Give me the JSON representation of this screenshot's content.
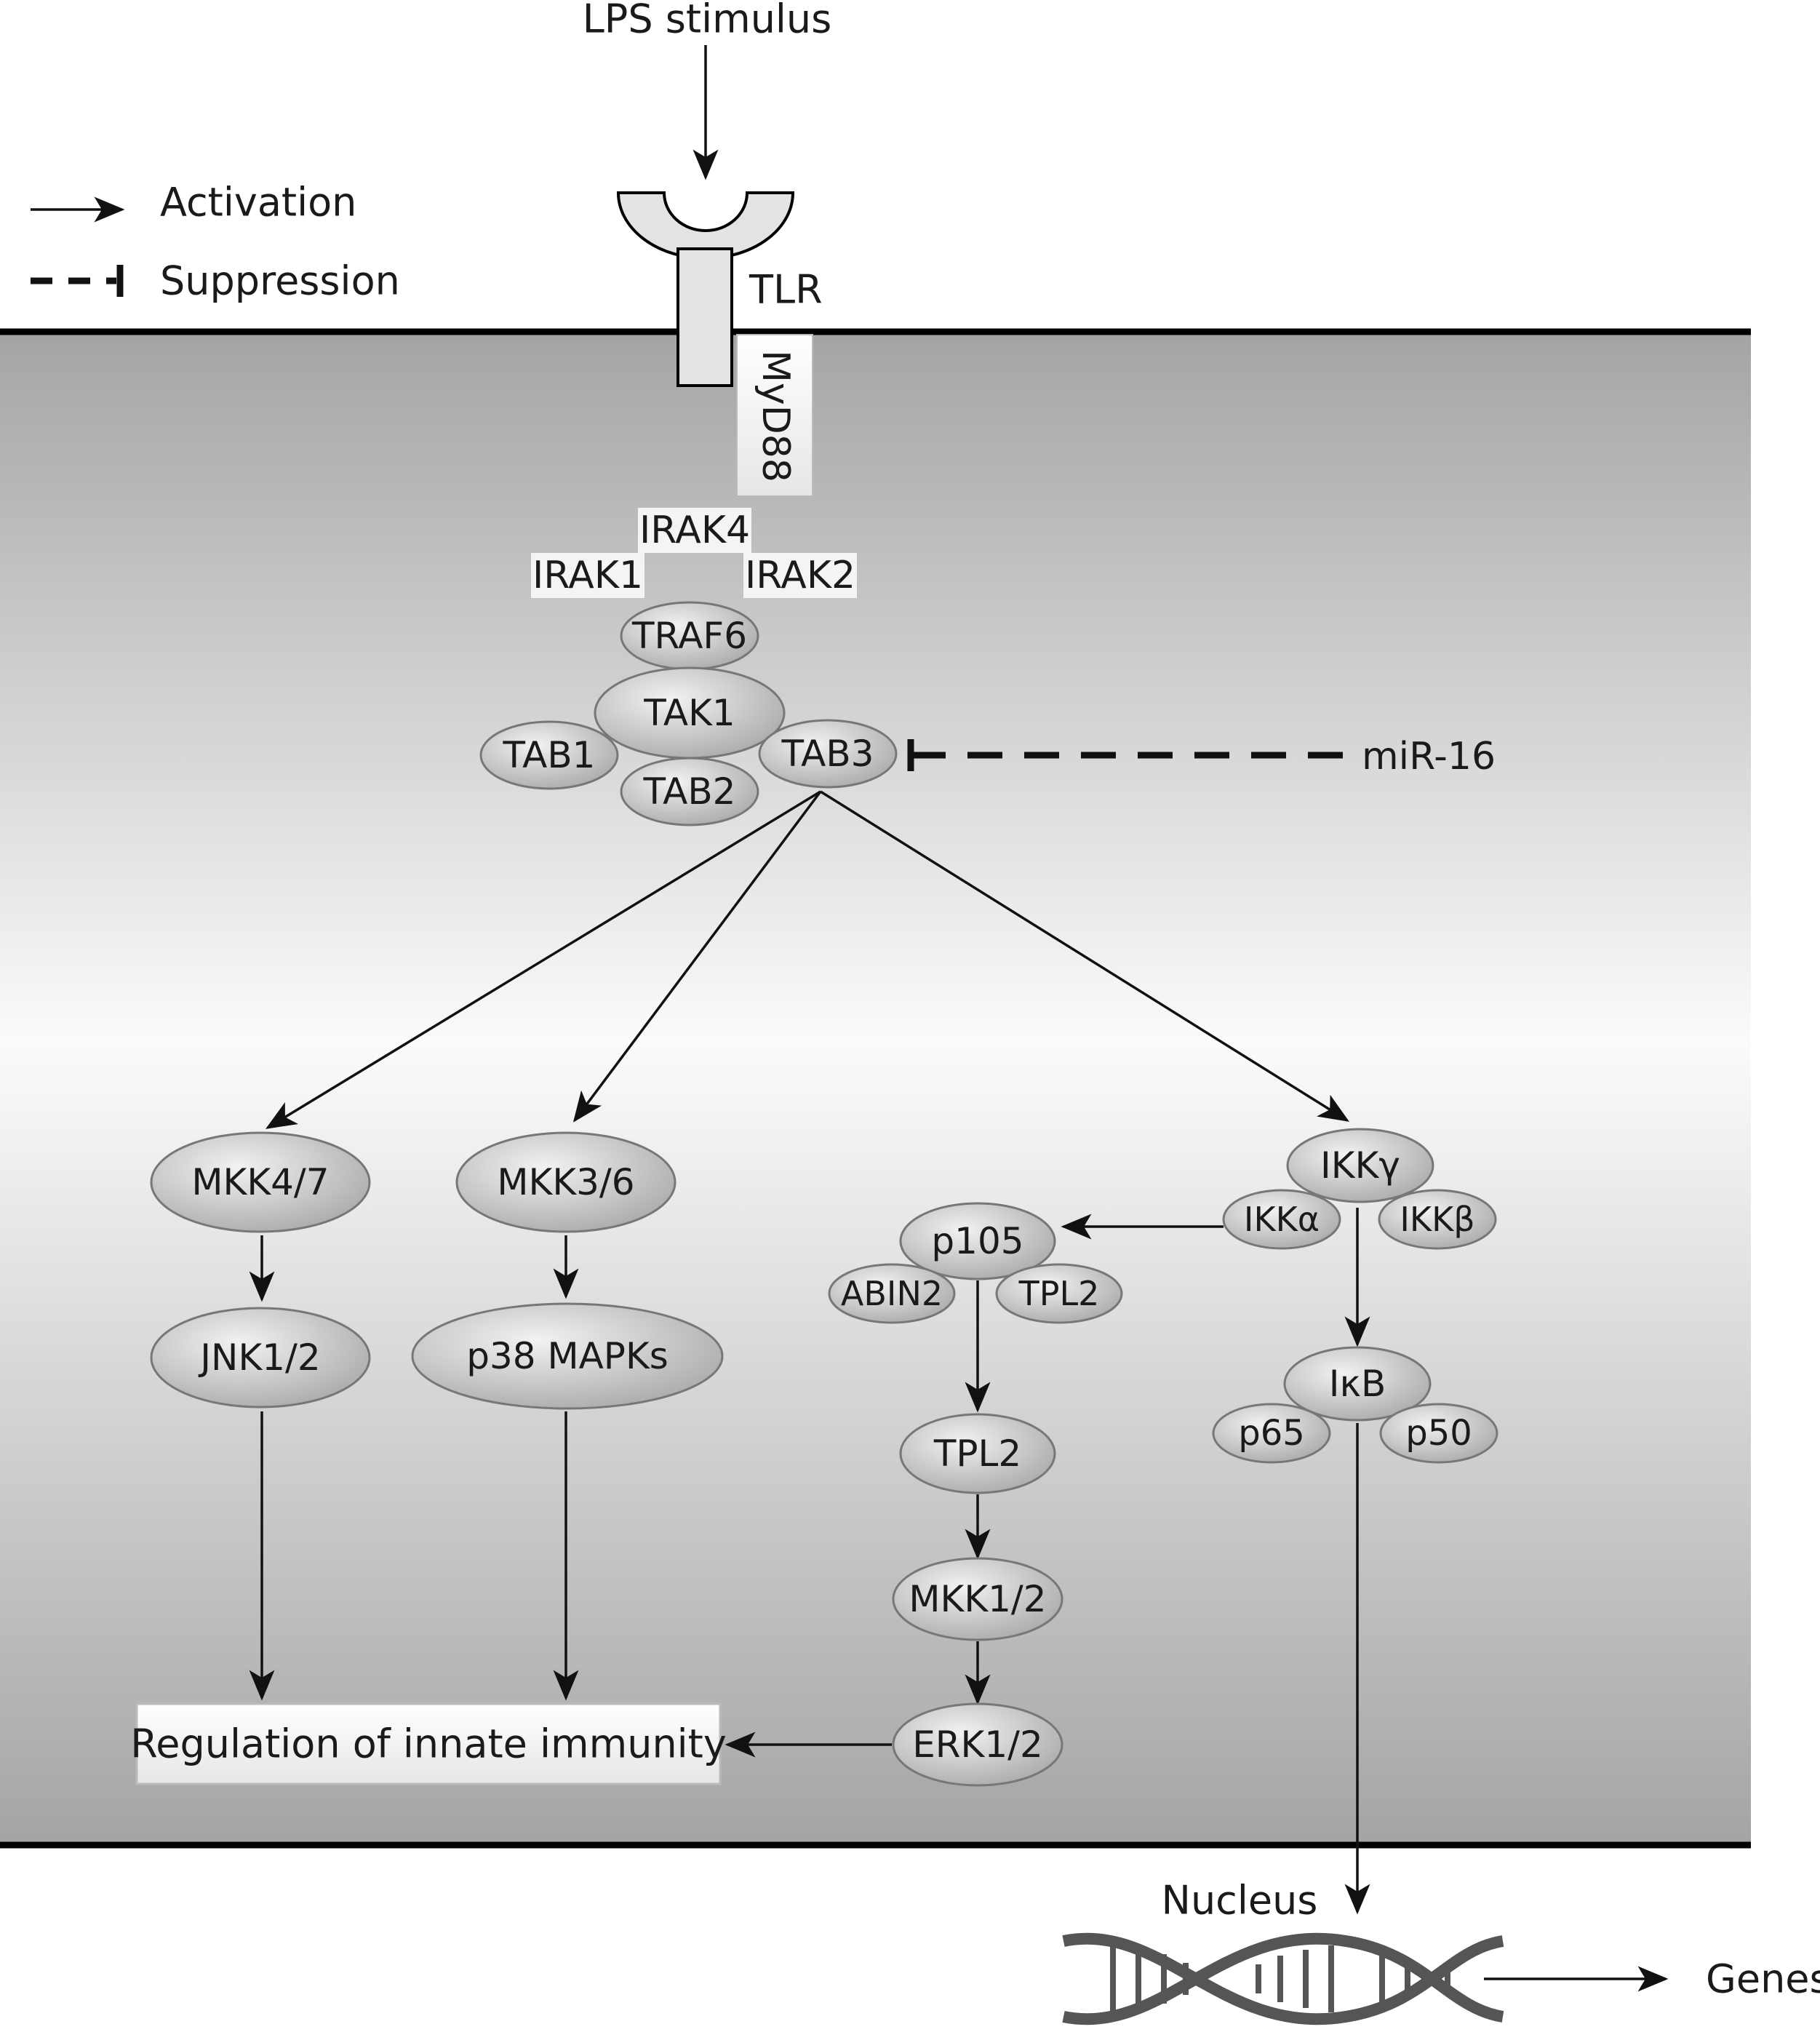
{
  "legend": {
    "activation": "Activation",
    "suppression": "Suppression"
  },
  "stimulus": "LPS stimulus",
  "receptor": "TLR",
  "adaptor": "MyD88",
  "irak": {
    "irak4": "IRAK4",
    "irak1": "IRAK1",
    "irak2": "IRAK2"
  },
  "complex": {
    "traf6": "TRAF6",
    "tak1": "TAK1",
    "tab1": "TAB1",
    "tab2": "TAB2",
    "tab3": "TAB3"
  },
  "mirna": "miR-16",
  "jnk_branch": {
    "mkk": "MKK4/7",
    "jnk": "JNK1/2"
  },
  "p38_branch": {
    "mkk": "MKK3/6",
    "p38": "p38 MAPKs"
  },
  "erk_branch": {
    "p105": "p105",
    "abin2": "ABIN2",
    "tpl2_complex": "TPL2",
    "tpl2": "TPL2",
    "mkk": "MKK1/2",
    "erk": "ERK1/2"
  },
  "nfkb_branch": {
    "ikkg": "IKKγ",
    "ikka": "IKKα",
    "ikkb": "IKKβ",
    "ikb": "IκB",
    "p65": "p65",
    "p50": "p50"
  },
  "outcome": "Regulation of innate immunity",
  "nucleus": "Nucleus",
  "genes": "Genes",
  "colors": {
    "cell_dark": "#a4a4a6",
    "cell_light": "#fbfbfb",
    "node_light": "#ededee",
    "node_dark": "#a9a9ab",
    "dna": "#555555"
  }
}
